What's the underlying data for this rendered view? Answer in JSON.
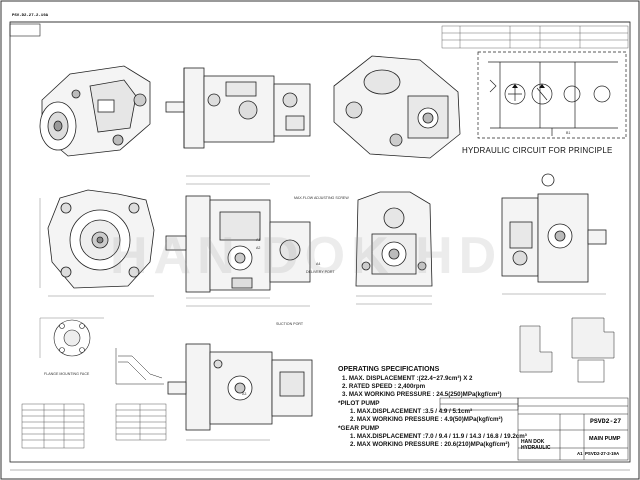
{
  "document": {
    "drawing_id": "PSV-D2-27-2-19A",
    "watermark": "HAN DOK HD"
  },
  "circuit": {
    "title": "HYDRAULIC CIRCUIT FOR PRINCIPLE"
  },
  "specs": {
    "heading": "OPERATING SPECIFICATIONS",
    "main": [
      "1.  MAX. DISPLACEMENT :(22.4~27.9cm³) X 2",
      "2. RATED SPEED : 2,400rpm",
      "3. MAX WORKING PRESSURE : 24.5(250)MPa(kgf/cm²)"
    ],
    "pilot_heading": "*PILOT PUMP",
    "pilot": [
      "1.  MAX.DISPLACEMENT :3.5 / 4.9 / 5.1cm³",
      "2.  MAX WORKING PRESSURE : 4.9(50)MPa(kgf/cm²)"
    ],
    "gear_heading": "*GEAR PUMP",
    "gear": [
      "1.    MAX.DISPLACEMENT :7.0 / 9.4 / 11.9 / 14.3 / 16.8 / 19.2cm³",
      "2.    MAX WORKING PRESSURE : 20.6(210)MPa(kgf/cm²)"
    ]
  },
  "title_block": {
    "model": "PSVD2-27",
    "part_name": "MAIN PUMP",
    "company_line1": "HAN DOK",
    "company_line2": "HYDRAULIC",
    "scale": "A1",
    "drawing_no": "PSVD2-27-2-19A"
  },
  "labels": {
    "delivery_port": "DELIVERY PORT",
    "suction_port": "SUCTION PORT",
    "flange": "FLANGE MOUNTING FACE",
    "max_flow_screw": "MAX.FLOW ADJUSTING SCREW",
    "a1": "A1",
    "a2": "A2",
    "a3": "A3",
    "a4": "A4",
    "b1": "B1"
  }
}
